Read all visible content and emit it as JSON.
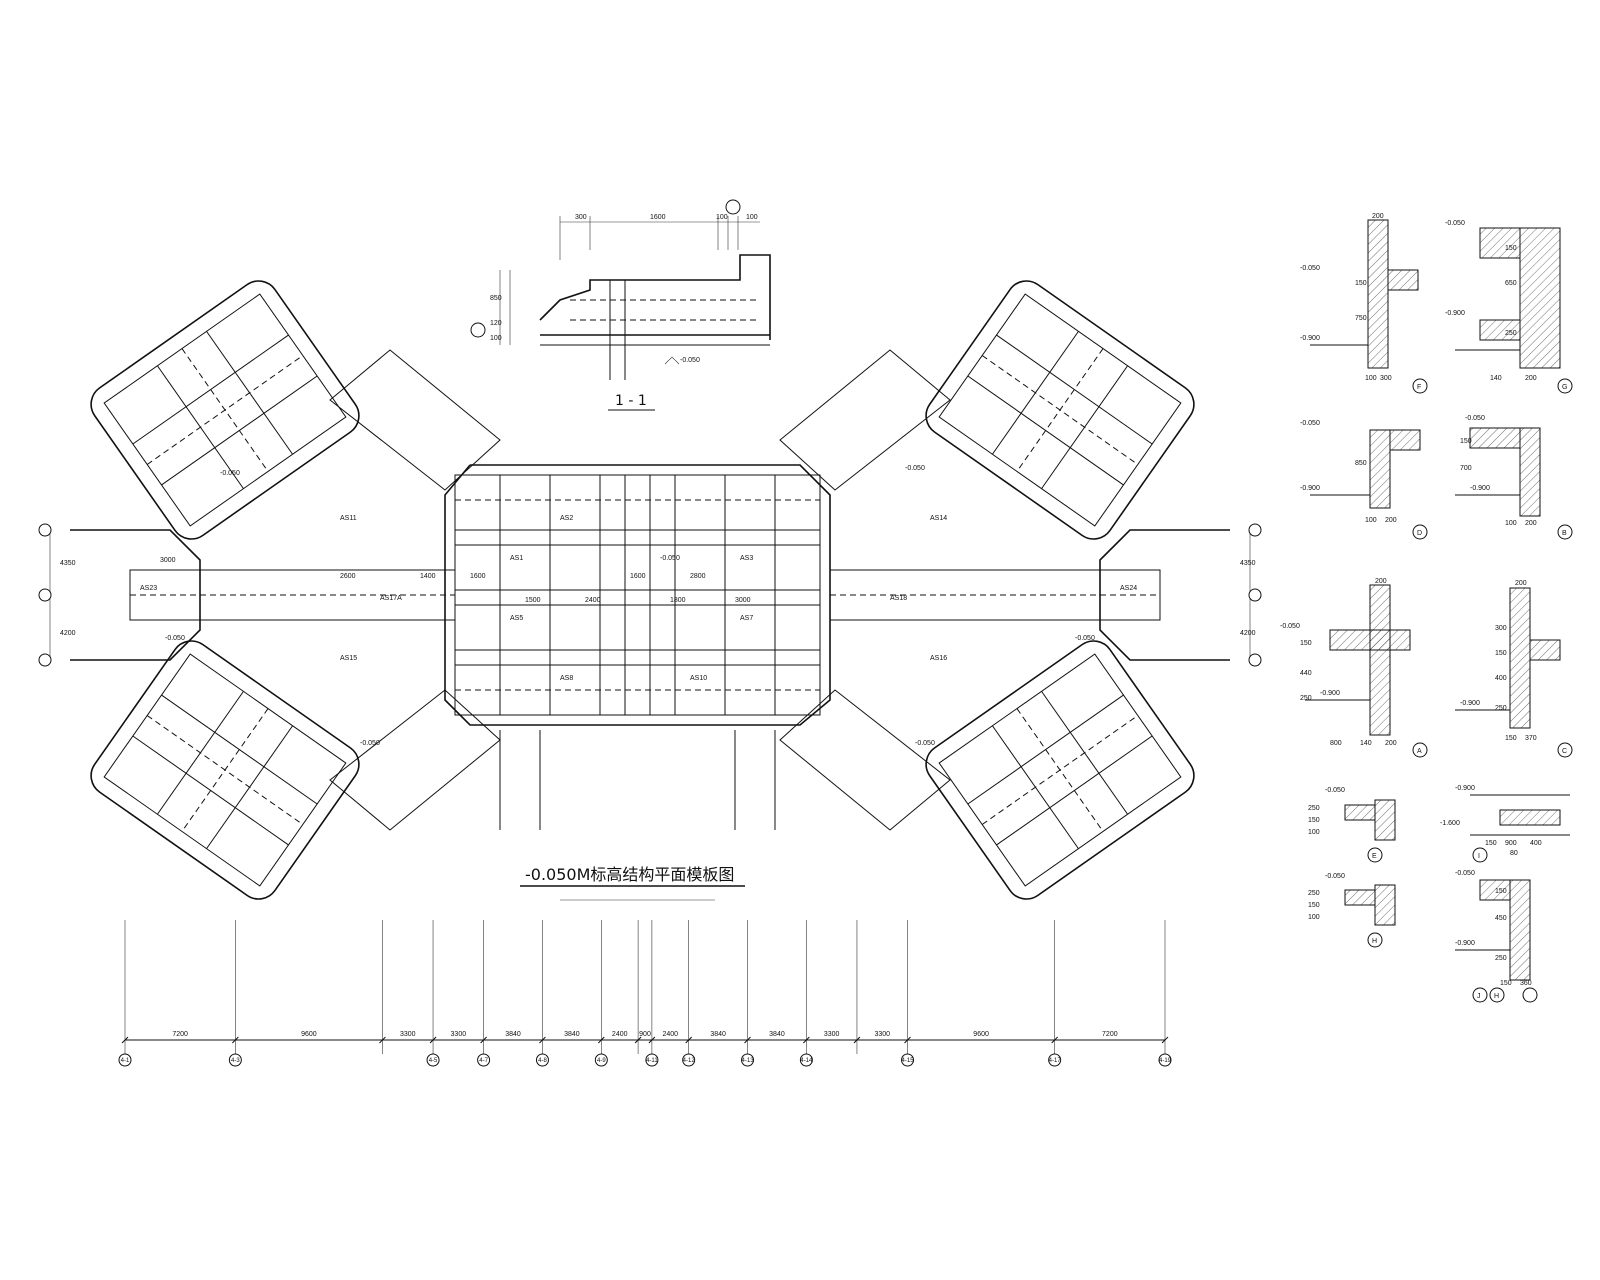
{
  "plan": {
    "title": "-0.050M标高结构平面模板图",
    "main_level": "-0.050",
    "dim_bottom": [
      "7200",
      "9600",
      "3300",
      "3300",
      "3840",
      "3840",
      "2400",
      "900",
      "2400",
      "3840",
      "3840",
      "3300",
      "3300",
      "9600",
      "7200"
    ],
    "dim_center_left": [
      "4350",
      "4200"
    ],
    "dim_center_mid": [
      "3000",
      "2600",
      "1600",
      "1400",
      "1500",
      "2400",
      "3000",
      "1800",
      "1600",
      "2800"
    ],
    "slab_labels": [
      "AS1",
      "AS2",
      "AS3",
      "AS5",
      "AS7",
      "AS8",
      "AS10",
      "AS11",
      "AS14",
      "AS15",
      "AS16",
      "AS17A",
      "AS18",
      "AS23",
      "AS24"
    ],
    "levels_in_plan": [
      "-0.050",
      "-0.050",
      "-0.050",
      "-0.050",
      "-0.050",
      "-0.050"
    ]
  },
  "section11": {
    "label": "1 - 1",
    "dims_top": [
      "300",
      "1600",
      "100",
      "100"
    ],
    "dims_side": [
      "850",
      "120",
      "100"
    ],
    "level": "-0.050"
  },
  "details": [
    {
      "id": "F",
      "levels": [
        "-0.050",
        "-0.900"
      ],
      "dims": [
        "200",
        "150",
        "750",
        "100",
        "300"
      ]
    },
    {
      "id": "G",
      "levels": [
        "-0.050",
        "-0.900"
      ],
      "dims": [
        "150",
        "650",
        "250",
        "140",
        "200"
      ]
    },
    {
      "id": "D",
      "levels": [
        "-0.050",
        "-0.900"
      ],
      "dims": [
        "850",
        "100",
        "200"
      ]
    },
    {
      "id": "B",
      "levels": [
        "-0.050",
        "-0.900"
      ],
      "dims": [
        "150",
        "700",
        "100",
        "200"
      ]
    },
    {
      "id": "A",
      "levels": [
        "-0.050",
        "-0.900"
      ],
      "dims": [
        "200",
        "150",
        "440",
        "250",
        "800",
        "140",
        "200"
      ]
    },
    {
      "id": "C",
      "levels": [
        "-0.900"
      ],
      "dims": [
        "200",
        "300",
        "150",
        "400",
        "250",
        "150",
        "370"
      ]
    },
    {
      "id": "E",
      "levels": [
        "-0.050"
      ],
      "dims": [
        "250",
        "150",
        "100"
      ]
    },
    {
      "id": "I",
      "levels": [
        "-0.900",
        "-1.600"
      ],
      "dims": [
        "150",
        "900",
        "400",
        "80"
      ]
    },
    {
      "id": "H",
      "levels": [
        "-0.050"
      ],
      "dims": [
        "250",
        "150",
        "100"
      ]
    },
    {
      "id": "J",
      "levels": [
        "-0.050",
        "-0.900"
      ],
      "dims": [
        "150",
        "450",
        "250",
        "150",
        "360"
      ],
      "pair": "H"
    }
  ],
  "axis_bubbles_bottom": [
    "4-1",
    "4-3",
    "4-5",
    "4-7",
    "4-8",
    "4-9",
    "4-11",
    "4-12",
    "4-13",
    "4-14",
    "4-15",
    "4-17",
    "4-19"
  ]
}
